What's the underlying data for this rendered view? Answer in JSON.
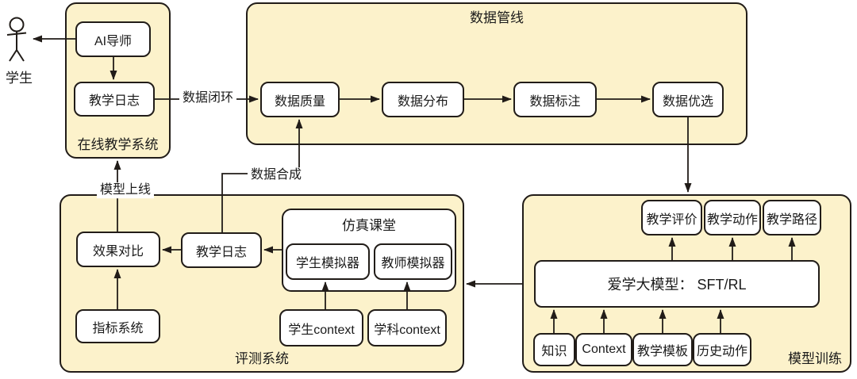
{
  "colors": {
    "container_fill": "#FCF2CB",
    "node_fill": "#FFFFFF",
    "stroke": "#211C18",
    "background": "#FFFFFF"
  },
  "actor": {
    "label": "学生"
  },
  "online_system": {
    "title": "在线教学系统",
    "ai_tutor": "AI导师",
    "teaching_log": "教学日志"
  },
  "data_pipeline": {
    "title": "数据管线",
    "steps": {
      "quality": "数据质量",
      "distribution": "数据分布",
      "annotation": "数据标注",
      "selection": "数据优选"
    }
  },
  "evaluation_system": {
    "title": "评测系统",
    "effect_comparison": "效果对比",
    "teaching_log": "教学日志",
    "metric_system": "指标系统",
    "simulation_classroom": {
      "title": "仿真课堂",
      "student_simulator": "学生模拟器",
      "teacher_simulator": "教师模拟器"
    },
    "student_context": "学生context",
    "subject_context": "学科context"
  },
  "model_training": {
    "title": "模型训练",
    "outputs": {
      "teaching_evaluation": "教学评价",
      "teaching_action": "教学动作",
      "teaching_path": "教学路径"
    },
    "model": "爱学大模型： SFT/RL",
    "inputs": {
      "knowledge": "知识",
      "context": "Context",
      "teaching_template": "教学模板",
      "history_action": "历史动作"
    }
  },
  "edge_labels": {
    "data_closed_loop": "数据闭环",
    "data_synthesis": "数据合成",
    "model_deploy": "模型上线"
  }
}
